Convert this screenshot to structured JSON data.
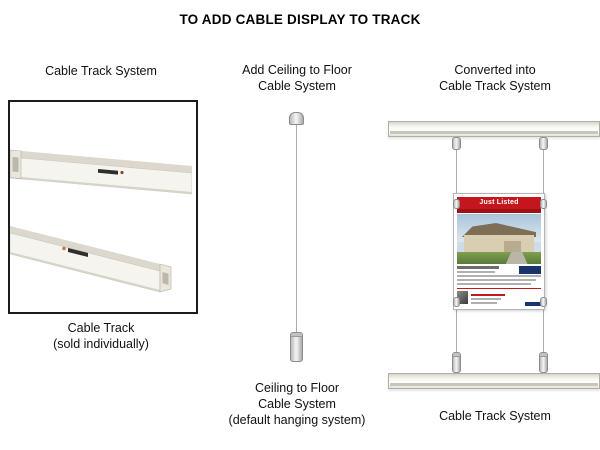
{
  "title": "TO ADD CABLE DISPLAY TO TRACK",
  "left": {
    "heading": "Cable Track System",
    "caption": [
      "Cable Track",
      "(sold individually)"
    ]
  },
  "middle": {
    "heading": [
      "Add Ceiling to Floor",
      "Cable System"
    ],
    "caption": [
      "Ceiling to Floor",
      "Cable System",
      "(default hanging system)"
    ]
  },
  "right": {
    "heading": [
      "Converted into",
      "Cable Track System"
    ],
    "flyer": {
      "banner": "Just Listed"
    },
    "caption": "Cable Track System"
  },
  "colors": {
    "flyer_banner_red": "#c4161c",
    "flyer_banner_dark_red": "#9e1114",
    "flyer_price_blue": "#17356b",
    "track_face": "#f6f4ee",
    "frame_border": "#1c1c1c"
  }
}
